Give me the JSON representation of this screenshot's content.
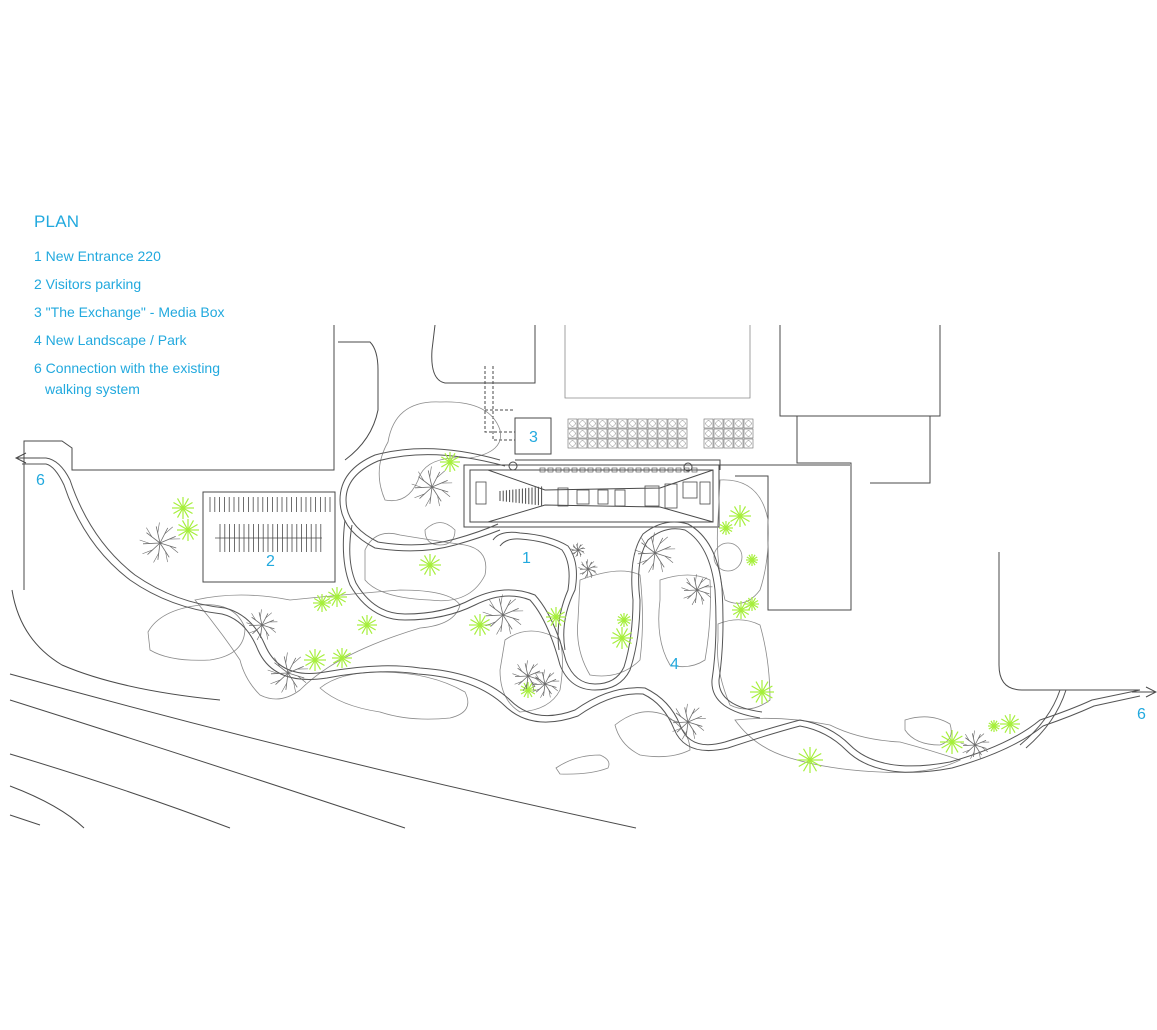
{
  "legend": {
    "title": "PLAN",
    "items": [
      {
        "text": "1 New Entrance 220"
      },
      {
        "text": "2 Visitors parking"
      },
      {
        "text": "3 \"The Exchange\" - Media Box"
      },
      {
        "text": "4 New Landscape / Park"
      },
      {
        "text": "6 Connection with the existing",
        "continuation": "walking system"
      }
    ]
  },
  "map_labels": {
    "entrance": "1",
    "parking": "2",
    "media_box": "3",
    "landscape": "4",
    "connection_west": "6",
    "connection_east": "6"
  },
  "colors": {
    "accent": "#22a9de",
    "linework": "#4a4a4a",
    "tree_green": "#a6ef3c",
    "tree_grey": "#6a6a6a"
  }
}
